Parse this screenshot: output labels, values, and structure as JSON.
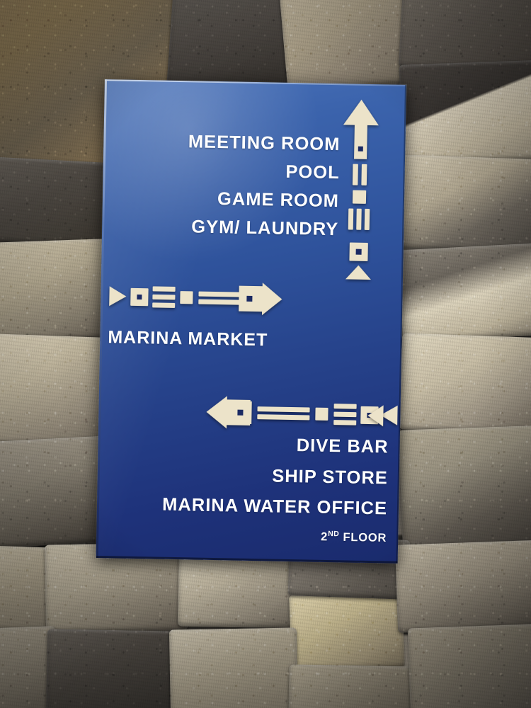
{
  "scene": {
    "subject": "directional wayfinding sign mounted on a dry-stacked stone wall",
    "background_name": "stone-wall"
  },
  "sign": {
    "panel_color": "#2f539c",
    "panel_color_top": "#4a72b8",
    "panel_color_bottom": "#1a2b6d",
    "text_color": "#ffffff",
    "graphic_color": "#ece3c9",
    "groups": [
      {
        "id": "up",
        "direction": "up",
        "arrow_name": "arrow-up-segmented",
        "text_align": "right",
        "lines": [
          "MEETING ROOM",
          "POOL",
          "GAME ROOM",
          "GYM/ LAUNDRY"
        ]
      },
      {
        "id": "right",
        "direction": "right",
        "arrow_name": "arrow-right-segmented",
        "text_align": "left",
        "lines": [
          "MARINA MARKET"
        ]
      },
      {
        "id": "left",
        "direction": "left",
        "arrow_name": "arrow-left-segmented",
        "text_align": "right",
        "lines": [
          "DIVE BAR",
          "SHIP STORE",
          "MARINA WATER OFFICE"
        ],
        "sub_line": {
          "number": "2",
          "ordinal": "ND",
          "word": "FLOOR"
        }
      }
    ]
  }
}
